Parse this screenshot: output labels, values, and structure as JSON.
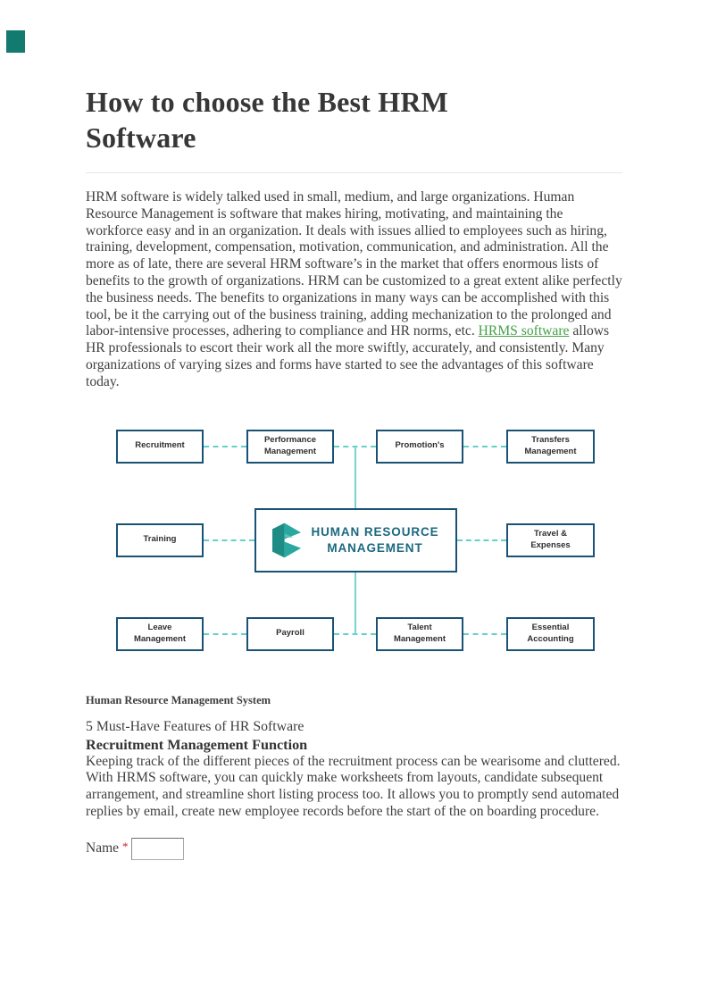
{
  "page": {
    "title": "How to choose the Best HRM Software"
  },
  "colors": {
    "box_border_navy": "#1a5276",
    "connector_teal": "#63d1ca",
    "logo_teal_dark": "#1c8c85",
    "logo_teal_light": "#2aa8a0",
    "center_text_teal": "#1b6880",
    "link_green": "#43a047",
    "required_red": "#cc2222",
    "corner_mark_teal": "#127a6f"
  },
  "article": {
    "intro": {
      "before_link": "HRM software is widely talked used in small, medium, and large organizations. Human Resource Management is software that makes hiring, motivating, and maintaining the workforce easy and in an organization. It deals with issues allied to employees such as hiring, training, development, compensation, motivation, communication, and administration. All the more as of late, there are several HRM software’s in the market that offers enormous lists of benefits to the growth of organizations. HRM can be customized to a great extent alike perfectly the business needs. The benefits to organizations in many ways can be accomplished with this tool, be it the carrying out of the business training, adding mechanization to the prolonged and labor-intensive processes, adhering to compliance and HR norms, etc. ",
      "link": "HRMS software",
      "after_link": " allows HR professionals to escort their work all the more swiftly, accurately, and consistently. Many organizations of varying sizes and forms have started to see the advantages of this software today."
    },
    "figure_caption": "Human Resource Management System",
    "features_heading": "5 Must-Have Features of HR Software",
    "sub_heading": "Recruitment Management Function",
    "body": "Keeping track of the different pieces of the recruitment process can be wearisome and cluttered. With HRMS software, you can quickly make worksheets from layouts, candidate subsequent arrangement, and streamline short listing process too. It allows you to promptly send automated replies by email, create new employee records before the start of the on boarding procedure."
  },
  "diagram": {
    "center": {
      "line1": "HUMAN RESOURCE",
      "line2": "MANAGEMENT",
      "logo": "hrm-logo-icon"
    },
    "boxes": [
      {
        "label": "Recruitment"
      },
      {
        "label": "Performance Management"
      },
      {
        "label": "Promotion's"
      },
      {
        "label": "Transfers Management"
      },
      {
        "label": "Training"
      },
      {
        "label": "Travel & Expenses"
      },
      {
        "label": "Leave Management"
      },
      {
        "label": "Payroll"
      },
      {
        "label": "Talent Management"
      },
      {
        "label": "Essential Accounting"
      }
    ]
  },
  "form": {
    "name_label": "Name",
    "required_marker": "*",
    "name_value": ""
  }
}
